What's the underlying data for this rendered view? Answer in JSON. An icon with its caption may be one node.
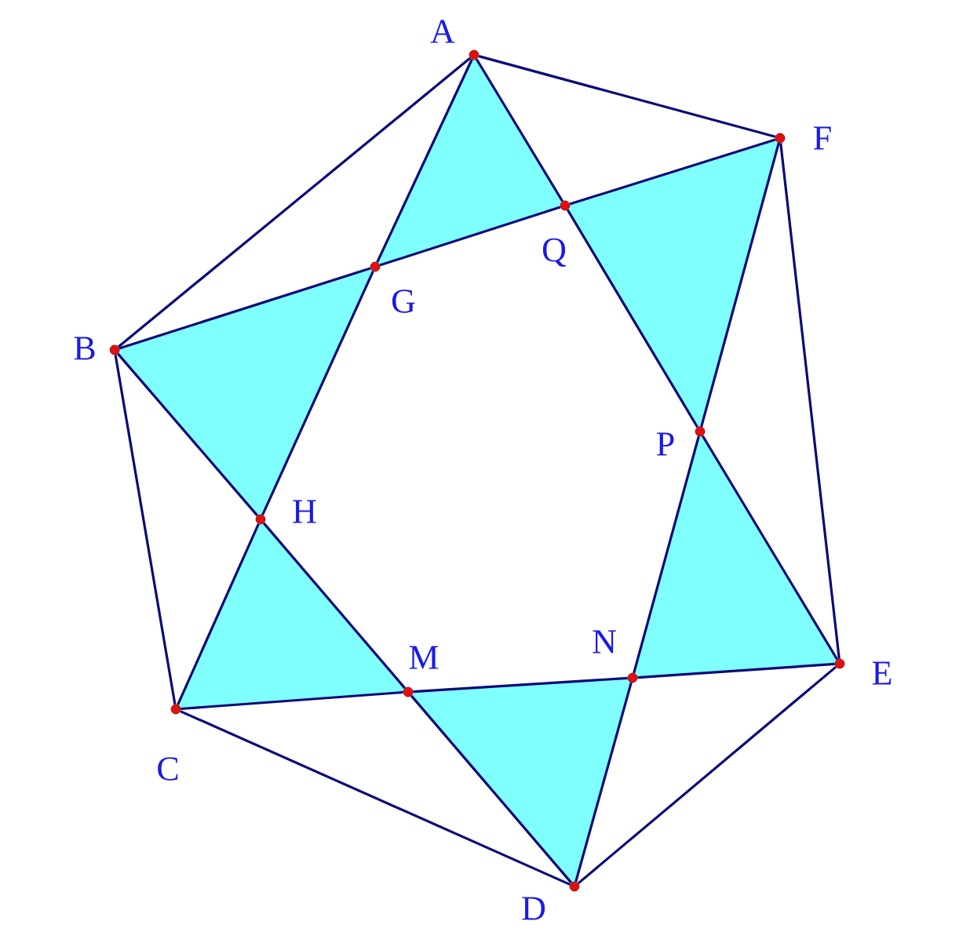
{
  "diagram": {
    "nodes": [
      {
        "text": [],
        "shape": "circle",
        "beside": [
          "A"
        ]
      },
      {
        "text": [],
        "shape": "circle",
        "beside": [
          "F"
        ]
      },
      {
        "text": [],
        "shape": "circle",
        "beside": [
          "Q"
        ]
      },
      {
        "text": [],
        "shape": "circle",
        "beside": [
          "G"
        ]
      },
      {
        "text": [],
        "shape": "circle",
        "beside": [
          "B"
        ]
      },
      {
        "text": [],
        "shape": "circle",
        "beside": [
          "P"
        ]
      },
      {
        "text": [],
        "shape": "circle",
        "beside": [
          "H"
        ]
      },
      {
        "text": [],
        "shape": "circle",
        "beside": [
          "N"
        ]
      },
      {
        "text": [],
        "shape": "circle",
        "beside": [
          "M"
        ]
      },
      {
        "text": [],
        "shape": "circle",
        "beside": [
          "E"
        ]
      },
      {
        "text": [],
        "shape": "circle",
        "beside": [
          "C"
        ]
      },
      {
        "text": [],
        "shape": "circle",
        "beside": [
          "D"
        ]
      }
    ],
    "edges": [
      {
        "from": 0,
        "to": 1,
        "arrow": "none"
      },
      {
        "from": 1,
        "to": 9,
        "arrow": "none"
      },
      {
        "from": 9,
        "to": 11,
        "arrow": "none"
      },
      {
        "from": 11,
        "to": 10,
        "arrow": "none"
      },
      {
        "from": 10,
        "to": 4,
        "arrow": "none"
      },
      {
        "from": 4,
        "to": 0,
        "arrow": "none"
      },
      {
        "from": 0,
        "to": 2,
        "arrow": "none"
      },
      {
        "from": 2,
        "to": 5,
        "arrow": "none"
      },
      {
        "from": 5,
        "to": 9,
        "arrow": "none"
      },
      {
        "from": 0,
        "to": 3,
        "arrow": "none"
      },
      {
        "from": 3,
        "to": 6,
        "arrow": "none"
      },
      {
        "from": 6,
        "to": 10,
        "arrow": "none"
      },
      {
        "from": 4,
        "to": 3,
        "arrow": "none"
      },
      {
        "from": 3,
        "to": 2,
        "arrow": "none"
      },
      {
        "from": 2,
        "to": 1,
        "arrow": "none"
      },
      {
        "from": 4,
        "to": 6,
        "arrow": "none"
      },
      {
        "from": 6,
        "to": 8,
        "arrow": "none"
      },
      {
        "from": 8,
        "to": 11,
        "arrow": "none"
      },
      {
        "from": 10,
        "to": 8,
        "arrow": "none"
      },
      {
        "from": 8,
        "to": 7,
        "arrow": "none"
      },
      {
        "from": 7,
        "to": 9,
        "arrow": "none"
      },
      {
        "from": 1,
        "to": 5,
        "arrow": "none"
      },
      {
        "from": 5,
        "to": 7,
        "arrow": "none"
      },
      {
        "from": 7,
        "to": 11,
        "arrow": "none"
      }
    ]
  }
}
